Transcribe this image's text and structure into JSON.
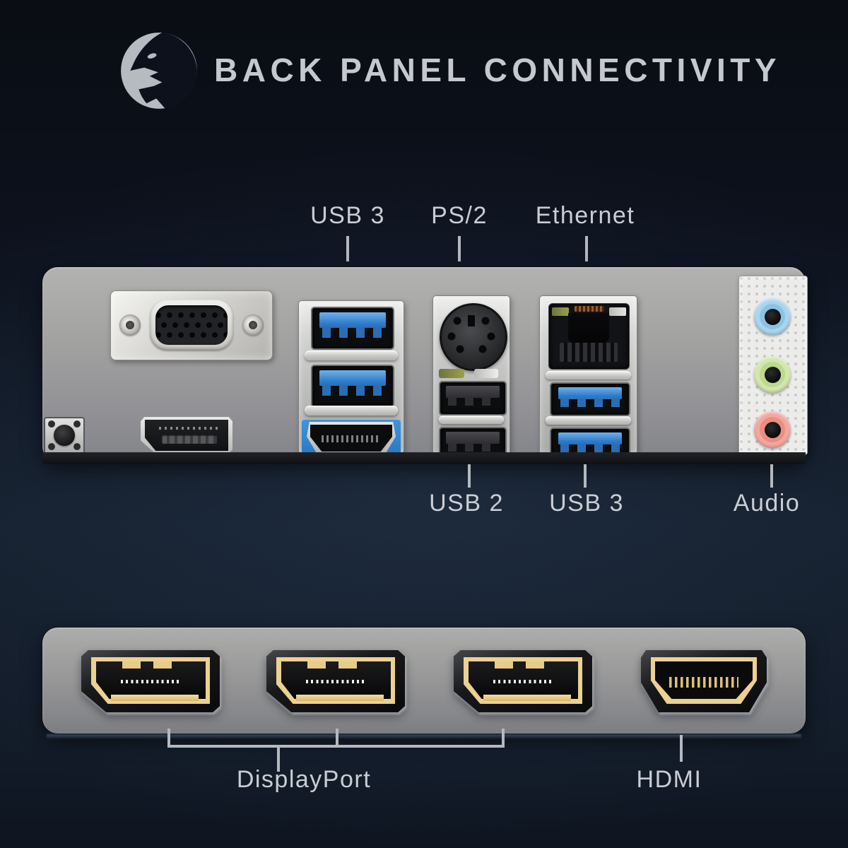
{
  "header": {
    "title": "BACK PANEL CONNECTIVITY"
  },
  "logo": {
    "name": "dragon-logo"
  },
  "rear_io": {
    "labels_top": [
      {
        "text": "USB 3"
      },
      {
        "text": "PS/2"
      },
      {
        "text": "Ethernet"
      }
    ],
    "labels_bottom": [
      {
        "text": "USB 2"
      },
      {
        "text": "USB 3"
      },
      {
        "text": "Audio"
      }
    ],
    "ports": [
      "vga-port",
      "clear-cmos-button",
      "displayport",
      "usb3-type-a-x2",
      "hdmi-port",
      "ps2-combo-port",
      "usb2-type-a-x2",
      "ethernet-rj45",
      "usb3-type-a-x2",
      "audio-jack-line-in",
      "audio-jack-line-out",
      "audio-jack-mic"
    ]
  },
  "video_outputs": {
    "labels": [
      {
        "text": "DisplayPort"
      },
      {
        "text": "HDMI"
      }
    ],
    "ports": [
      "displayport",
      "displayport",
      "displayport",
      "hdmi-port"
    ]
  },
  "colors": {
    "background": "#0c111c",
    "panel_silver": "#9a9b9e",
    "usb3_blue": "#2f7dcb",
    "audio_line_in_blue": "#a8d5f0",
    "audio_line_out_green": "#d2e7ab",
    "audio_mic_pink": "#f2a79d",
    "connector_gold": "#ecd190",
    "label_text": "#c9cdd3"
  }
}
